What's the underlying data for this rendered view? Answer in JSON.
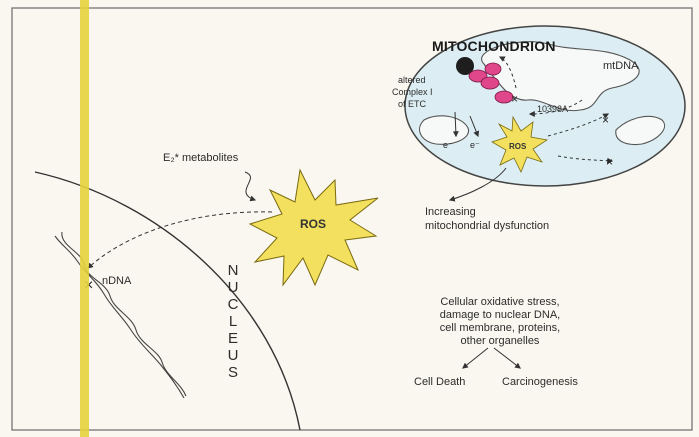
{
  "mitochondrion": {
    "title": "MITOCHONDRION",
    "mtdna_label": "mtDNA",
    "complex_label_1": "altered",
    "complex_label_2": "Complex I",
    "complex_label_3": "of ETC",
    "mutation_label": "10398A",
    "electron_1": "e⁻",
    "electron_2": "e⁻",
    "ros_label": "ROS"
  },
  "main": {
    "e2_label": "E₂* metabolites",
    "ros_label": "ROS",
    "dysfunction_line_1": "Increasing",
    "dysfunction_line_2": "mitochondrial dysfunction",
    "ndna_label": "nDNA",
    "nucleus_letters": [
      "N",
      "U",
      "C",
      "L",
      "E",
      "U",
      "S"
    ]
  },
  "outcome": {
    "line_1": "Cellular oxidative stress,",
    "line_2": "damage to nuclear DNA,",
    "line_3": "cell membrane, proteins,",
    "line_4": "other organelles",
    "death": "Cell Death",
    "carcinogenesis": "Carcinogenesis"
  },
  "colors": {
    "yellow_bar": "#e6d23c",
    "ros_star": "#f2e05e",
    "mito_fill": "#dceef3",
    "complex_pink": "#e0468a"
  }
}
